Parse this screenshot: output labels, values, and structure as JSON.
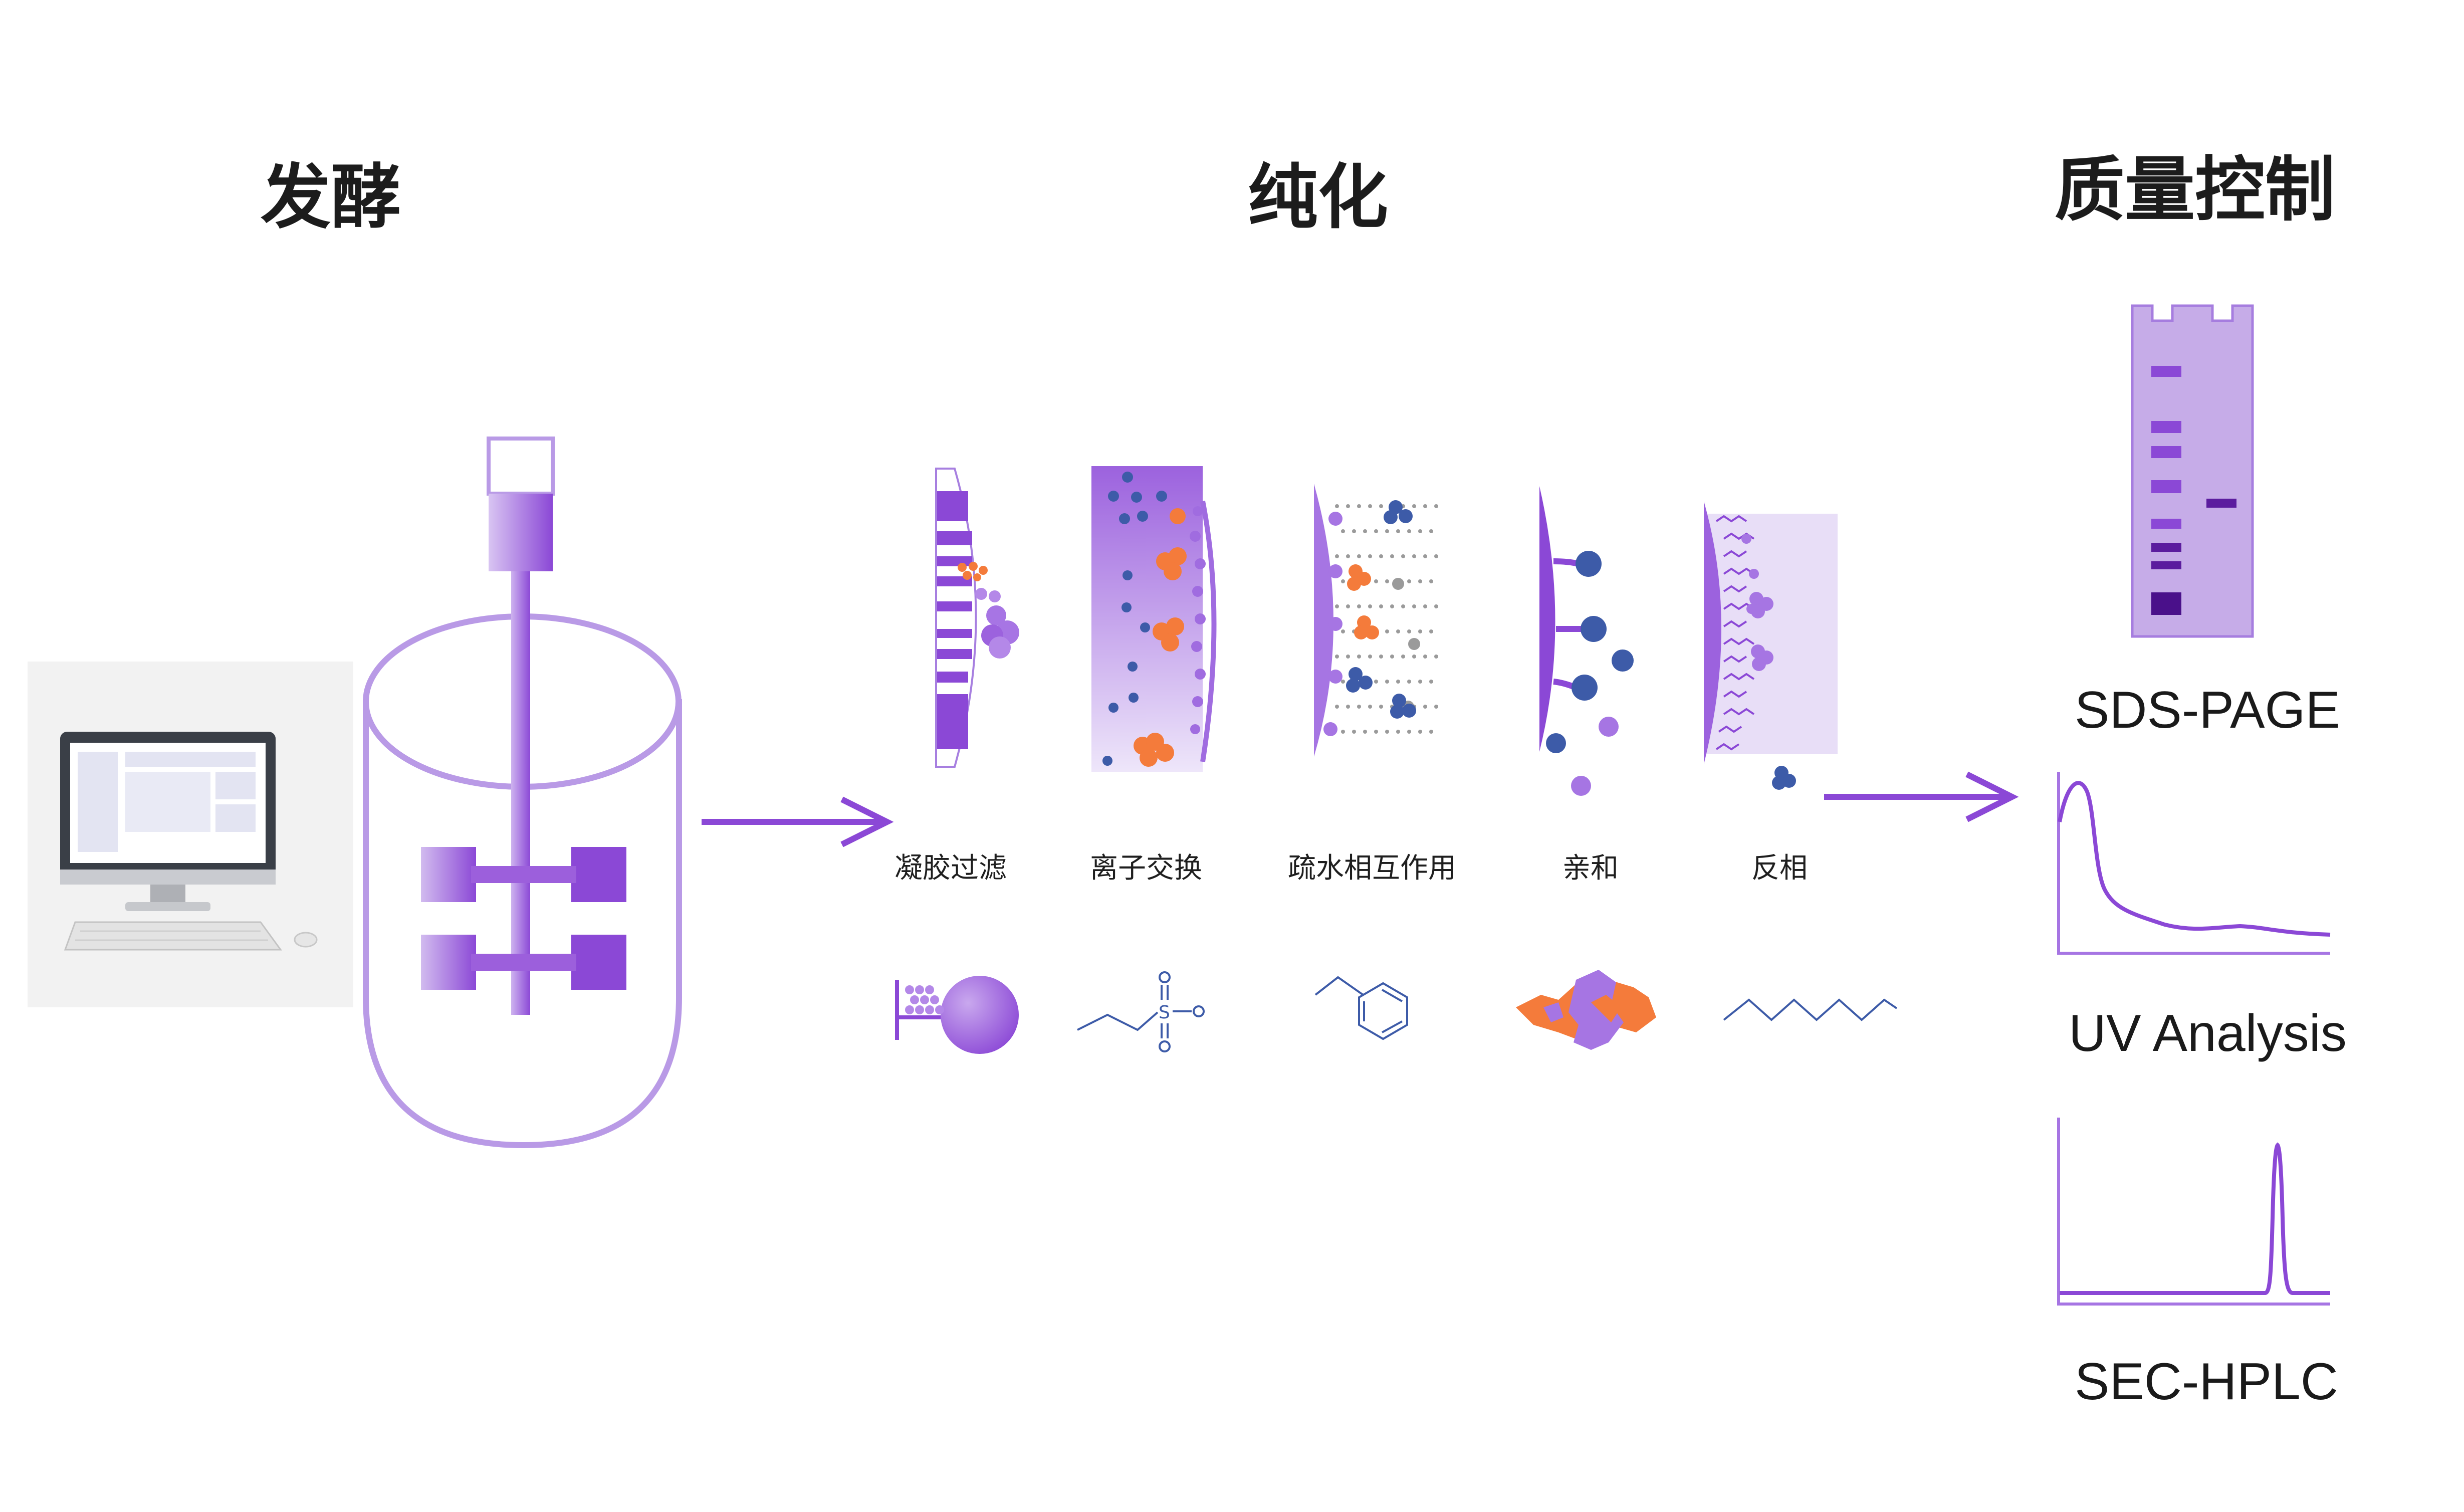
{
  "headings": {
    "fermentation": "发酵",
    "purification": "纯化",
    "quality_control": "质量控制"
  },
  "purification_methods": [
    {
      "key": "gel",
      "label": "凝胶过滤"
    },
    {
      "key": "ion",
      "label": "离子交换"
    },
    {
      "key": "hic",
      "label": "疏水相互作用"
    },
    {
      "key": "affinity",
      "label": "亲和"
    },
    {
      "key": "rp",
      "label": "反相"
    }
  ],
  "qc_methods": [
    {
      "key": "sds",
      "label": "SDS-PAGE"
    },
    {
      "key": "uv",
      "label": "UV Analysis"
    },
    {
      "key": "sec",
      "label": "SEC-HPLC"
    }
  ],
  "colors": {
    "purple": "#8b48d6",
    "light_purple": "#c6ace8",
    "pale_purple": "#e8def7",
    "orange": "#f47b3b",
    "blue": "#3d5ba8",
    "gray": "#9a9a9a",
    "dark_text": "#1c1c1c"
  }
}
